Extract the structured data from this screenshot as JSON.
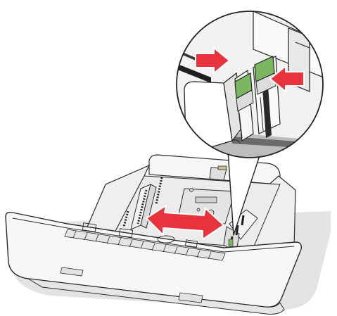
{
  "illustration": {
    "subject": "paper-tray-width-guide-adjustment",
    "colors": {
      "tray_body": "#f4f4f4",
      "tray_outline": "#2b2b2b",
      "tray_shadow": "#d9d9d9",
      "tray_inner": "#e9e9e9",
      "rail_dark": "#1e1e1e",
      "guide_green": "#7bb661",
      "guide_green_dark": "#4f8a3a",
      "arrow_red": "#e8323c",
      "callout_bg": "#efefef",
      "callout_line": "#222222"
    },
    "icons": {
      "squeeze_arrows": "double-inward-arrow",
      "slide_arrow": "double-headed-horizontal-arrow"
    },
    "text": {}
  }
}
